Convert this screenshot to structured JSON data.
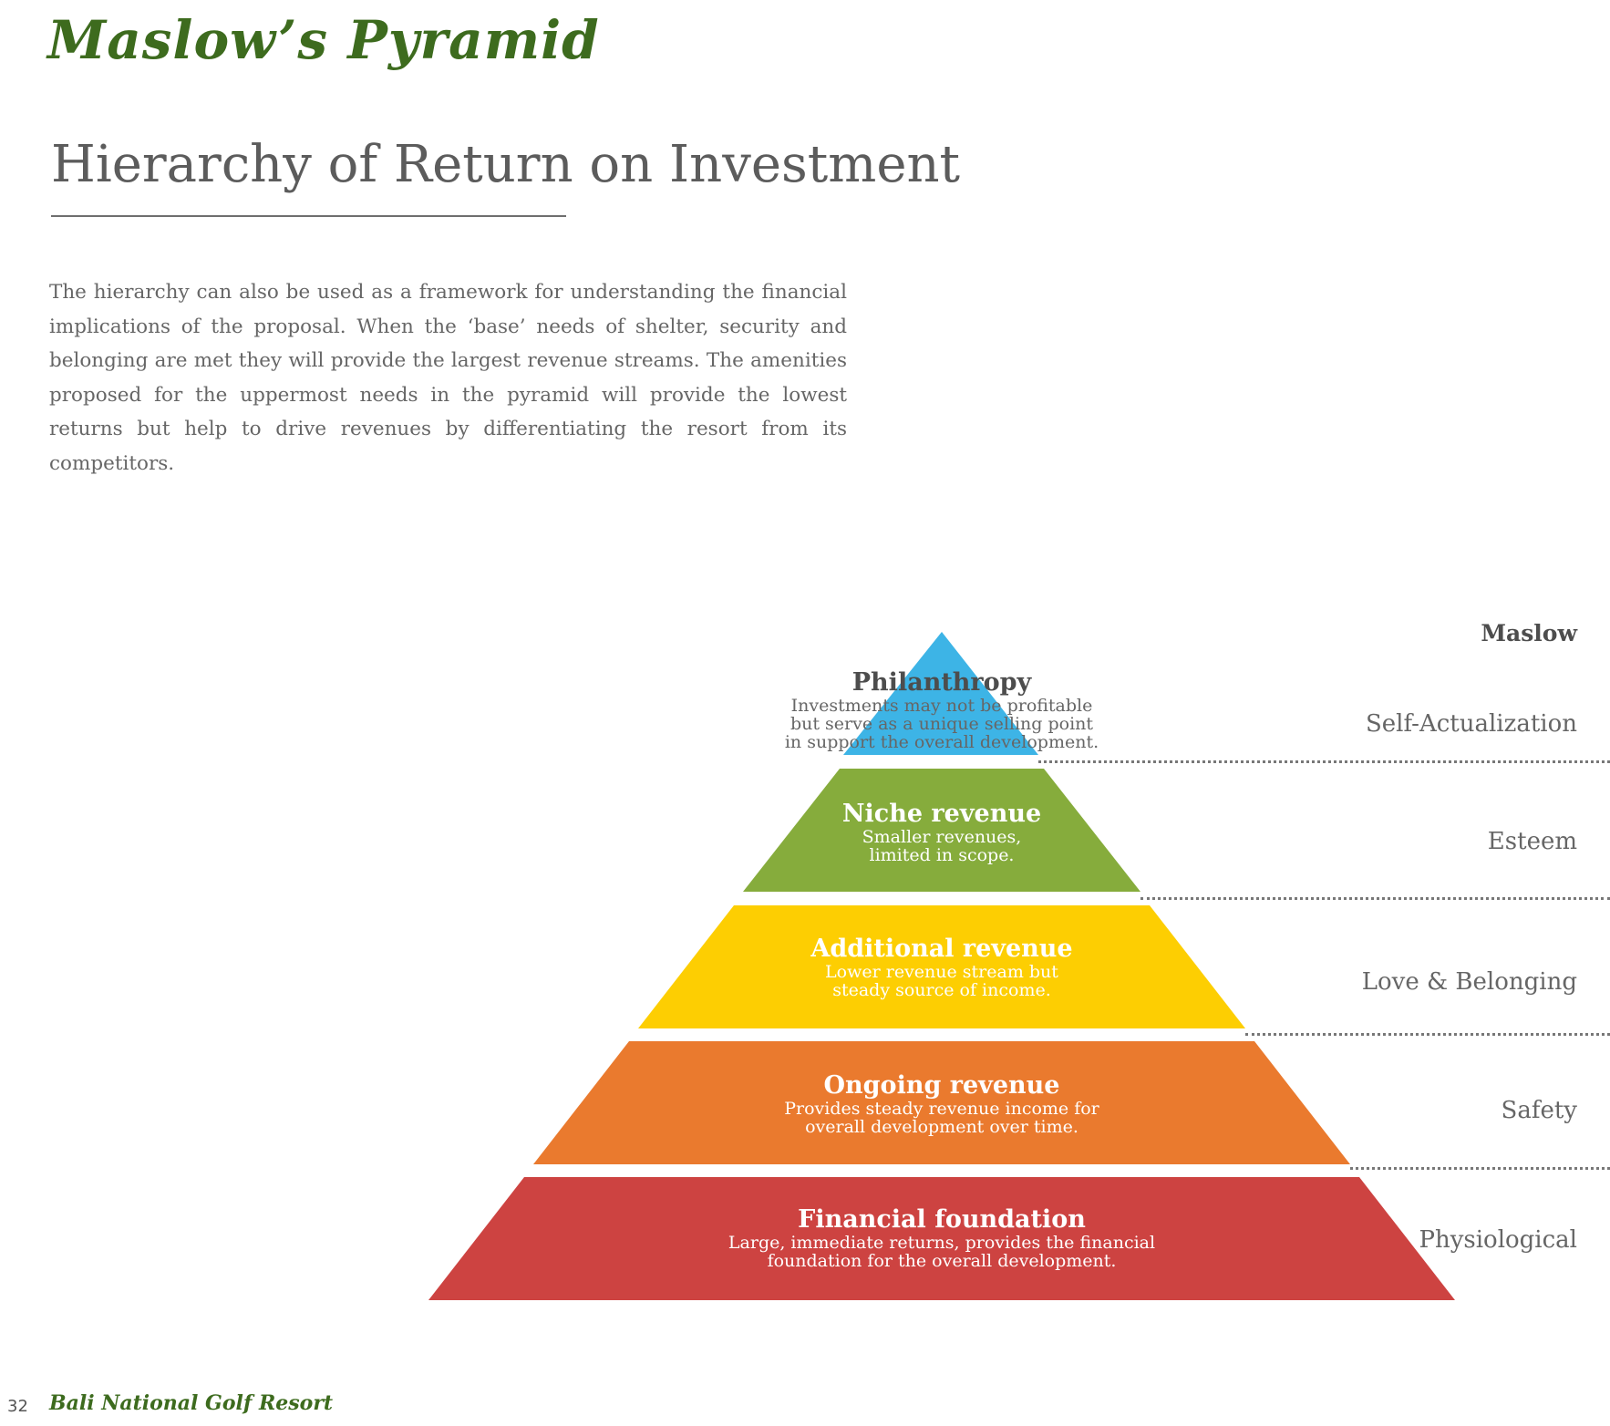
{
  "header": {
    "script_title": "Maslow’s Pyramid",
    "heading": "Hierarchy of Return on Investment"
  },
  "intro": {
    "text": "The hierarchy can also be used as a framework for understanding the financial implications of the proposal. When the ‘base’ needs of shelter, security and belonging are met they will provide the largest revenue streams. The amenities proposed for the uppermost needs in the pyramid will provide the lowest returns but help to drive revenues by differentiating the resort from its competitors."
  },
  "pyramid": {
    "tiers": [
      {
        "title": "Philanthropy",
        "desc1": "Investments may not be profitable",
        "desc2": "but serve as a unique selling point",
        "desc3": "in support the overall development.",
        "color": "#3db4e6"
      },
      {
        "title": "Niche revenue",
        "desc1": "Smaller revenues,",
        "desc2": "limited in scope.",
        "color": "#86ac3c"
      },
      {
        "title": "Additional revenue",
        "desc1": "Lower revenue stream but",
        "desc2": "steady source of income.",
        "color": "#fdce02"
      },
      {
        "title": "Ongoing revenue",
        "desc1": "Provides steady revenue income for",
        "desc2": "overall development over time.",
        "color": "#ea7a2e"
      },
      {
        "title": "Financial foundation",
        "desc1": "Large, immediate returns, provides the financial",
        "desc2": "foundation for the overall development.",
        "color": "#cd4341"
      }
    ]
  },
  "maslow": {
    "heading": "Maslow",
    "levels": [
      "Self-Actualization",
      "Esteem",
      "Love & Belonging",
      "Safety",
      "Physiological"
    ]
  },
  "footer": {
    "page_number": "32",
    "title": "Bali National Golf Resort"
  }
}
